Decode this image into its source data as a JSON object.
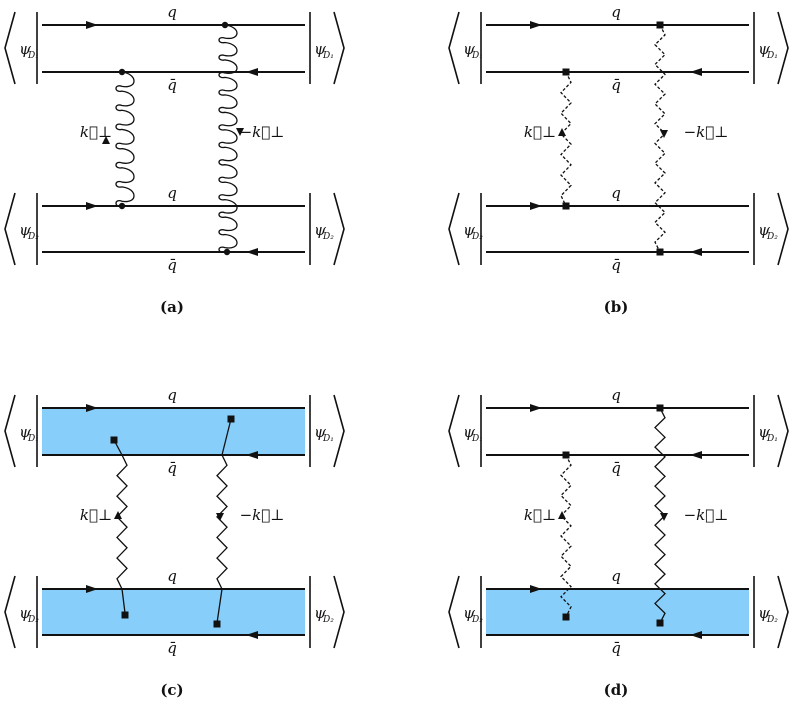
{
  "panels": [
    {
      "id": "a",
      "caption": "(a)",
      "gluon": "curly",
      "band_top": false,
      "band_bottom": false,
      "left_style": "curly",
      "right_style": "curly"
    },
    {
      "id": "b",
      "caption": "(b)",
      "gluon": "wavy",
      "band_top": false,
      "band_bottom": false,
      "left_style": "dashed",
      "right_style": "dashed"
    },
    {
      "id": "c",
      "caption": "(c)",
      "gluon": "wavy",
      "band_top": true,
      "band_bottom": true,
      "left_style": "solid",
      "right_style": "solid"
    },
    {
      "id": "d",
      "caption": "(d)",
      "gluon": "wavy",
      "band_top": false,
      "band_bottom": true,
      "left_style": "dashed",
      "right_style": "solid"
    }
  ],
  "labels": {
    "quark": "q",
    "antiquark": "q̄",
    "psi": "ψ",
    "d1": "D₁",
    "d2": "D₂",
    "k_left": "k⃗⊥",
    "k_right": "−k⃗⊥"
  },
  "colors": {
    "band": "#87CEFA",
    "line": "#111111"
  }
}
